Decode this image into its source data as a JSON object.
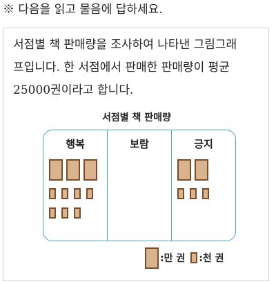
{
  "instruction": "※ 다음을 읽고 물음에 답하세요.",
  "problem": {
    "lines": [
      "서점별 책 판매량을 조사하여 나타낸 그림그래",
      "프입니다. 한 서점에서 판매한 판매량이 평균",
      "25000권이라고 합니다."
    ]
  },
  "chart_data": {
    "type": "table",
    "title": "서점별 책 판매량",
    "categories": [
      "행복",
      "보람",
      "긍지"
    ],
    "icon_counts": [
      {
        "store": "행복",
        "ten_thousand": 3,
        "thousand": 7
      },
      {
        "store": "보람",
        "ten_thousand": null,
        "thousand": null
      },
      {
        "store": "긍지",
        "ten_thousand": 2,
        "thousand": 3
      }
    ],
    "legend": {
      "big_label": ":만 권",
      "small_label": ":천 권"
    },
    "colors": {
      "icon_fill": "#d9b48f",
      "icon_border": "#7b4c2a",
      "frame": "#4aa3d8"
    }
  }
}
